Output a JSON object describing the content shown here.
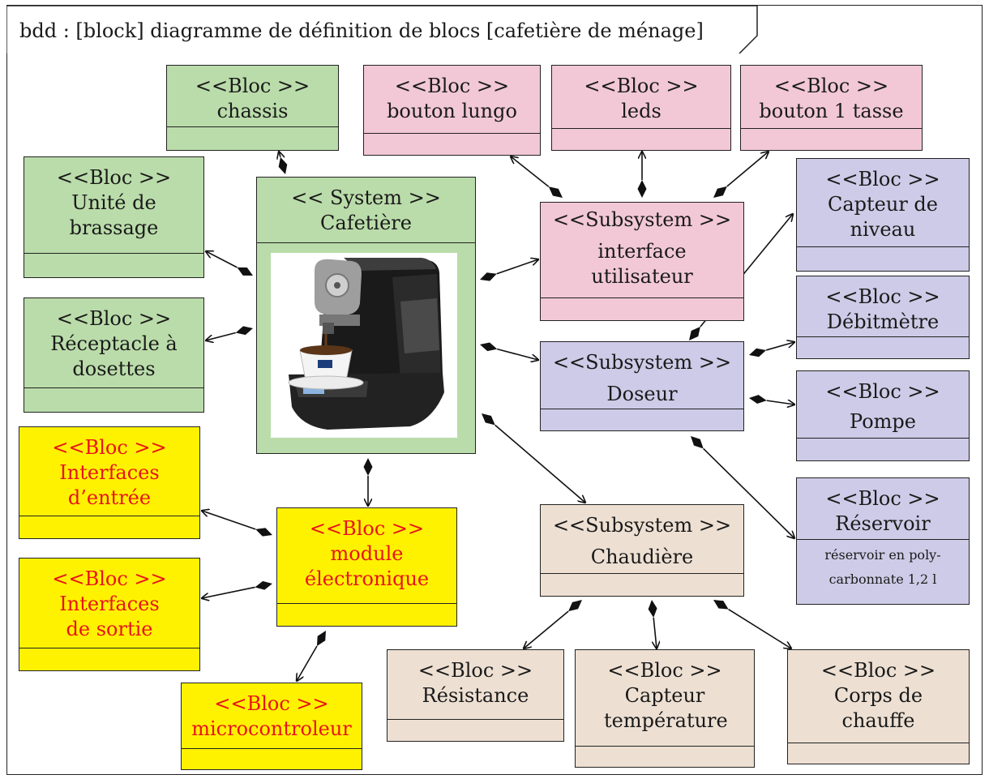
{
  "diagram_title": "bdd : [block] diagramme de définition de blocs [cafetière de ménage]",
  "blocks": {
    "chassis": {
      "stereotype": "<<Bloc >>",
      "name": "chassis"
    },
    "brassage": {
      "stereotype": "<<Bloc >>",
      "name": "Unité de brassage"
    },
    "receptacle": {
      "stereotype": "<<Bloc >>",
      "name": "Réceptacle à dosettes"
    },
    "system": {
      "stereotype": "<< System >>",
      "name": "Cafetière"
    },
    "lungo": {
      "stereotype": "<<Bloc >>",
      "name": "bouton lungo"
    },
    "leds": {
      "stereotype": "<<Bloc >>",
      "name": "leds"
    },
    "tasse": {
      "stereotype": "<<Bloc >>",
      "name": "bouton 1 tasse"
    },
    "interface": {
      "stereotype": "<<Subsystem >>",
      "name": "interface utilisateur"
    },
    "niveau": {
      "stereotype": "<<Bloc >>",
      "name": "Capteur de niveau"
    },
    "debitmetre": {
      "stereotype": "<<Bloc >>",
      "name": "Débitmètre"
    },
    "doseur": {
      "stereotype": "<<Subsystem >>",
      "name": "Doseur"
    },
    "pompe": {
      "stereotype": "<<Bloc >>",
      "name": "Pompe"
    },
    "reservoir": {
      "stereotype": "<<Bloc >>",
      "name": "Réservoir",
      "note_line1": "réservoir en poly-",
      "note_line2": "carbonnate 1,2 l"
    },
    "entree": {
      "stereotype": "<<Bloc >>",
      "name": "Interfaces d’entrée"
    },
    "sortie": {
      "stereotype": "<<Bloc >>",
      "name": "Interfaces de sortie"
    },
    "module": {
      "stereotype": "<<Bloc >>",
      "name": "module électronique"
    },
    "micro": {
      "stereotype": "<<Bloc >>",
      "name": "microcontroleur"
    },
    "chaudiere": {
      "stereotype": "<<Subsystem >>",
      "name": "Chaudière"
    },
    "resistance": {
      "stereotype": "<<Bloc >>",
      "name": "Résistance"
    },
    "temperature": {
      "stereotype": "<<Bloc >>",
      "name": "Capteur température"
    },
    "corps": {
      "stereotype": "<<Bloc >>",
      "name": "Corps de chauffe"
    }
  },
  "colors": {
    "context": "#badcaa",
    "user_interface": "#f2c8d6",
    "dosing": "#cdcbe7",
    "electronics": "#fff200",
    "electronics_text": "#e8141a",
    "heating": "#ede0d3"
  }
}
